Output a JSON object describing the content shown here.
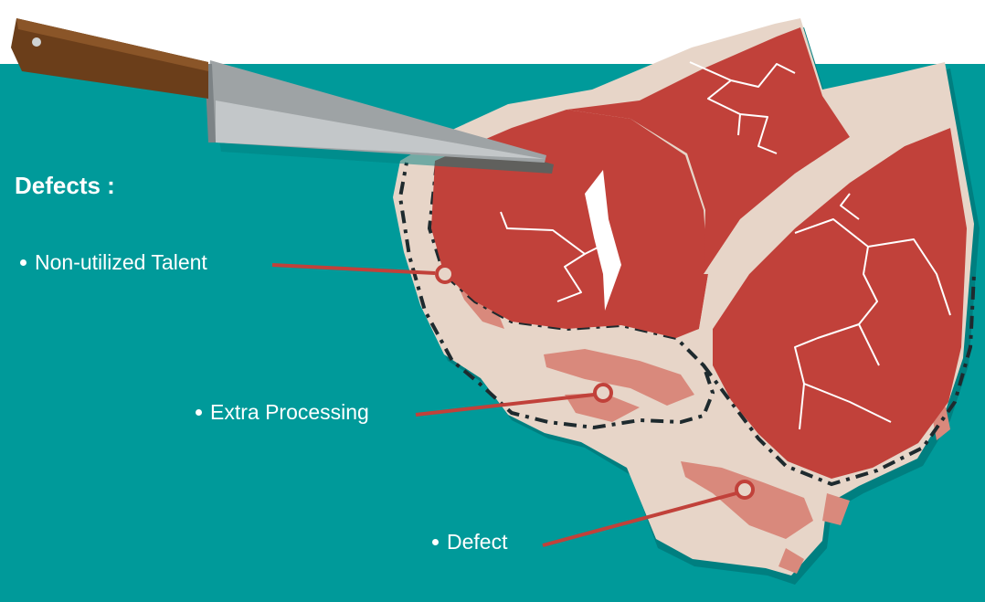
{
  "title": "Defects :",
  "labels": [
    {
      "text": "Non-utilized Talent"
    },
    {
      "text": "Extra Processing"
    },
    {
      "text": "Defect"
    }
  ],
  "colors": {
    "background": "#009a9a",
    "meat": "#c1413a",
    "fat": "#e7d5c8",
    "fat_streak": "#d9897c",
    "pointer": "#c1413a",
    "knife_handle": "#6b3e1a",
    "knife_blade": "#9ea3a5"
  },
  "icons": {
    "knife": "knife-icon",
    "steak": "steak-illustration"
  }
}
